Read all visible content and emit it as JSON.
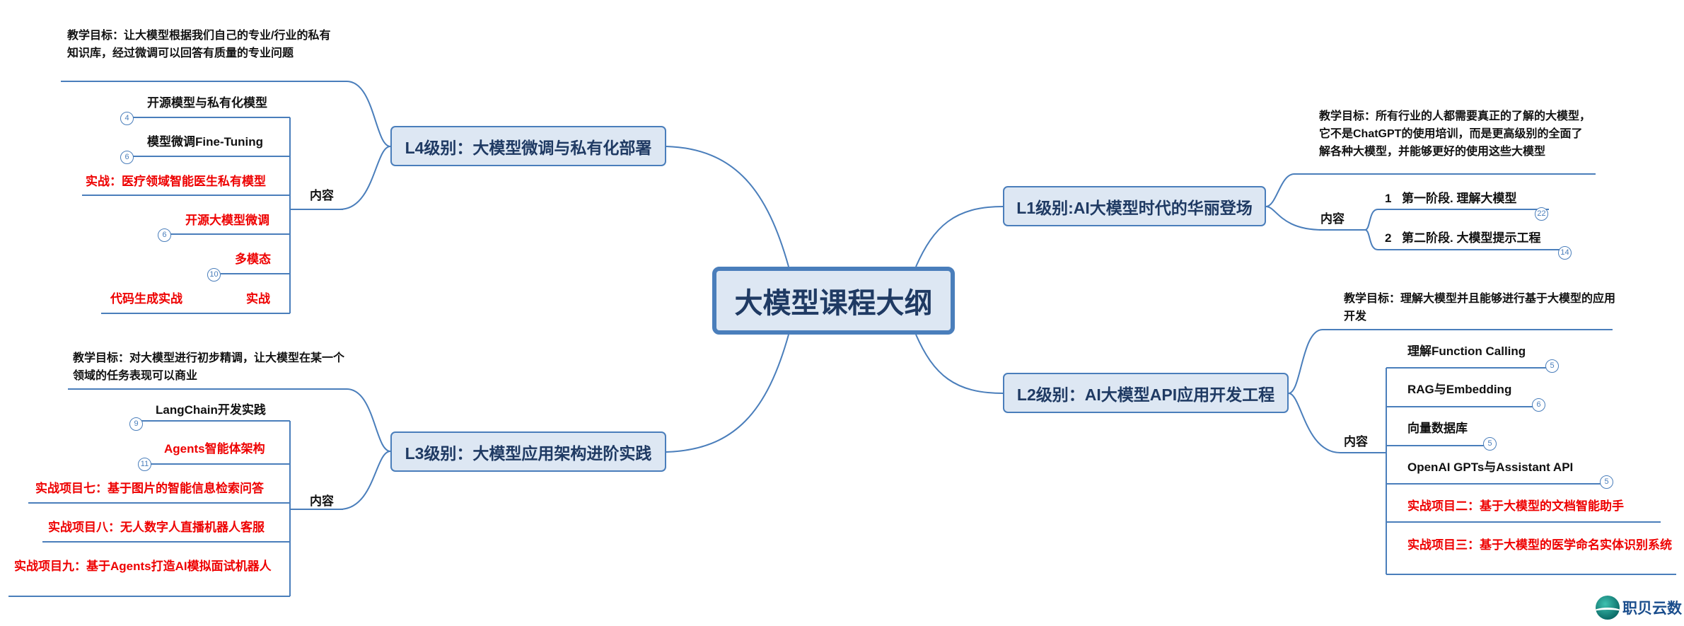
{
  "central": "大模型课程大纲",
  "branches": {
    "l1": {
      "title": "L1级别:AI大模型时代的华丽登场",
      "goal": "教学目标：所有行业的人都需要真正的了解的大模型，它不是ChatGPT的使用培训，而是更高级别的全面了解各种大模型，并能够更好的使用这些大模型",
      "content_label": "内容",
      "items": [
        {
          "index": "1",
          "label": "第一阶段. 理解大模型",
          "badge": "22"
        },
        {
          "index": "2",
          "label": "第二阶段. 大模型提示工程",
          "badge": "14"
        }
      ]
    },
    "l2": {
      "title": "L2级别：AI大模型API应用开发工程",
      "goal": "教学目标：理解大模型并且能够进行基于大模型的应用开发",
      "content_label": "内容",
      "items": [
        {
          "label": "理解Function Calling",
          "badge": "5"
        },
        {
          "label": "RAG与Embedding",
          "badge": "6"
        },
        {
          "label": "向量数据库",
          "badge": "5"
        },
        {
          "label": "OpenAI GPTs与Assistant  API",
          "badge": "5"
        },
        {
          "label": "实战项目二：基于大模型的文档智能助手"
        },
        {
          "label": "实战项目三：基于大模型的医学命名实体识别系统"
        }
      ]
    },
    "l3": {
      "title": "L3级别：大模型应用架构进阶实践",
      "goal": "教学目标：对大模型进行初步精调，让大模型在某一个领域的任务表现可以商业",
      "content_label": "内容",
      "items": [
        {
          "label": "LangChain开发实践",
          "badge": "9"
        },
        {
          "label": "Agents智能体架构",
          "badge": "11"
        },
        {
          "label": "实战项目七：基于图片的智能信息检索问答"
        },
        {
          "label": "实战项目八：无人数字人直播机器人客服"
        },
        {
          "label": "实战项目九：基于Agents打造AI模拟面试机器人"
        }
      ]
    },
    "l4": {
      "title": "L4级别：大模型微调与私有化部署",
      "goal": "教学目标：让大模型根据我们自己的专业/行业的私有知识库，经过微调可以回答有质量的专业问题",
      "content_label": "内容",
      "items": [
        {
          "label": "开源模型与私有化模型",
          "badge": "4"
        },
        {
          "label": "模型微调Fine-Tuning",
          "badge": "6"
        },
        {
          "label": "实战：医疗领域智能医生私有模型"
        },
        {
          "label": "开源大模型微调",
          "badge": "6"
        },
        {
          "label": "多模态",
          "badge": "10"
        },
        {
          "label": "实战",
          "child": "代码生成实战"
        }
      ]
    }
  },
  "watermark": "职贝云数",
  "colors": {
    "line": "#4a7ebb",
    "node_fill": "#dde7f3",
    "node_text": "#1f3a63",
    "highlight": "#ee0000"
  }
}
